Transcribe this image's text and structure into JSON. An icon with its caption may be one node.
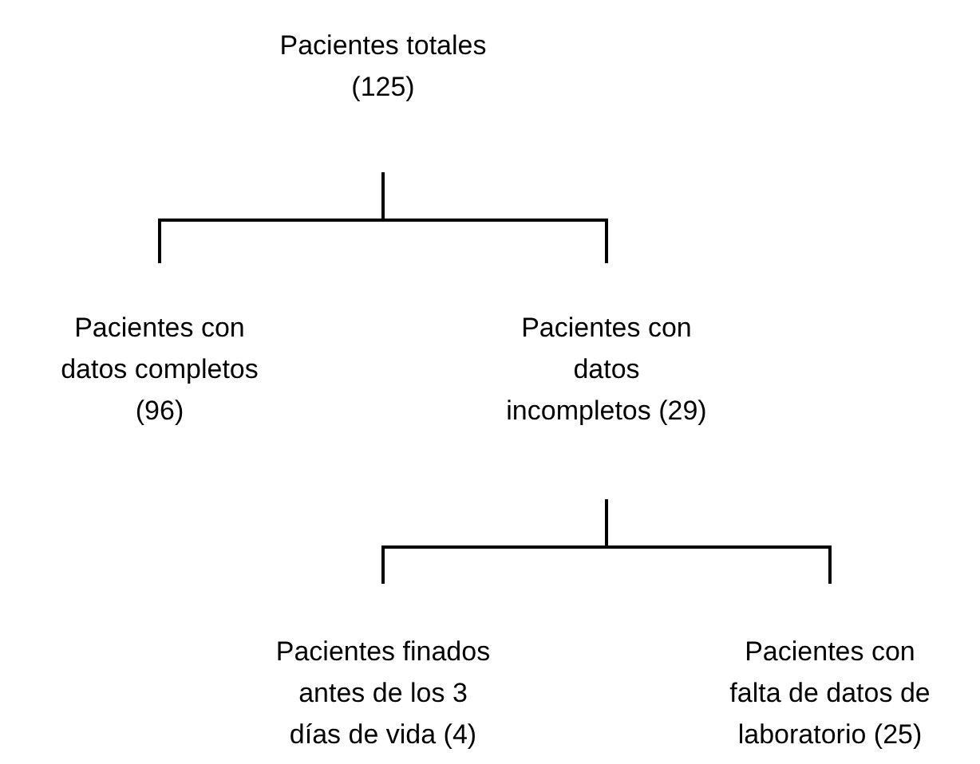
{
  "diagram": {
    "nodes": [
      {
        "text": [
          "Pacientes totales (125)"
        ]
      },
      {
        "text": [
          "Pacientes con datos completos (96)"
        ]
      },
      {
        "text": [
          "Pacientes con datos incompletos (29)"
        ]
      },
      {
        "text": [
          "Pacientes finados antes de los 3 días de vida (4)"
        ]
      },
      {
        "text": [
          "Pacientes con falta de datos de laboratorio (25)"
        ]
      }
    ],
    "edges": [
      {
        "from": 0,
        "to": 1,
        "arrow": "none"
      },
      {
        "from": 0,
        "to": 2,
        "arrow": "none"
      },
      {
        "from": 2,
        "to": 3,
        "arrow": "none"
      },
      {
        "from": 2,
        "to": 4,
        "arrow": "none"
      }
    ]
  }
}
